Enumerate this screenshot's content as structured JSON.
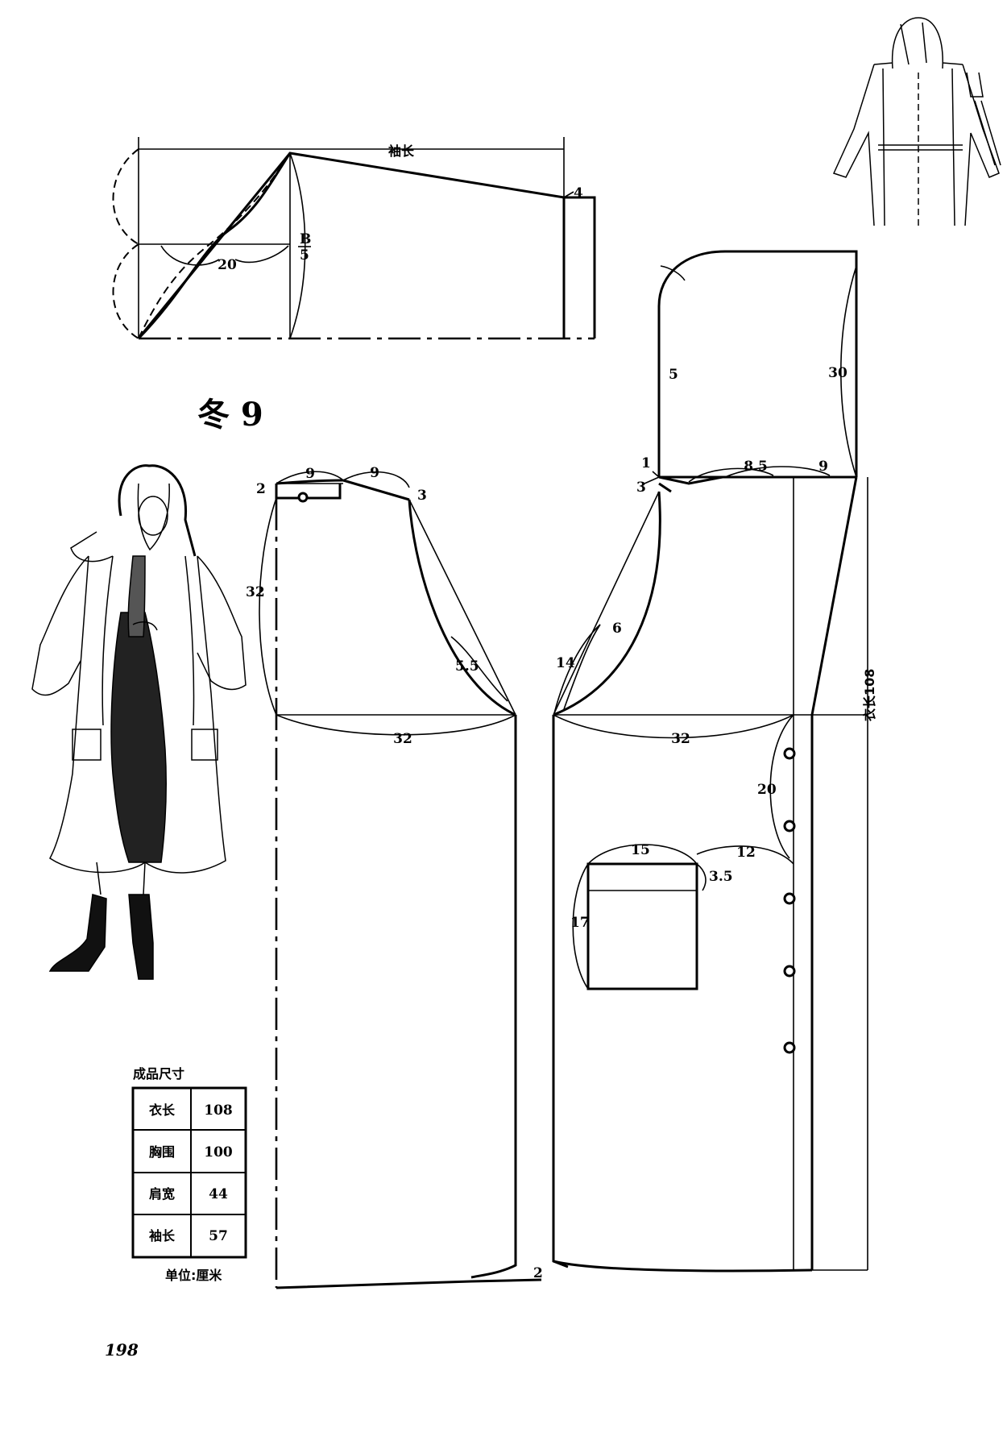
{
  "figure": {
    "title": "冬 9",
    "page_number": "198"
  },
  "sleeve": {
    "label_length": "袖长",
    "label_cuff": "4",
    "label_b": "B",
    "label_b_den": "5",
    "label_20": "20"
  },
  "back": {
    "label_9a": "9",
    "label_9b": "9",
    "label_2": "2",
    "label_3": "3",
    "label_32v": "32",
    "label_55": "5.5",
    "label_32h": "32"
  },
  "front": {
    "label_5": "5",
    "label_30": "30",
    "label_1": "1",
    "label_3": "3",
    "label_85": "8.5",
    "label_9": "9",
    "label_6": "6",
    "label_14": "14",
    "label_32h": "32",
    "label_length": "衣长108",
    "label_20": "20",
    "label_15": "15",
    "label_12": "12",
    "label_35": "3.5",
    "label_17": "17",
    "label_hem2": "2"
  },
  "size_table": {
    "title": "成品尺寸",
    "unit": "单位:厘米",
    "rows": [
      {
        "name": "衣长",
        "value": "108"
      },
      {
        "name": "胸围",
        "value": "100"
      },
      {
        "name": "肩宽",
        "value": "44"
      },
      {
        "name": "袖长",
        "value": "57"
      }
    ]
  }
}
